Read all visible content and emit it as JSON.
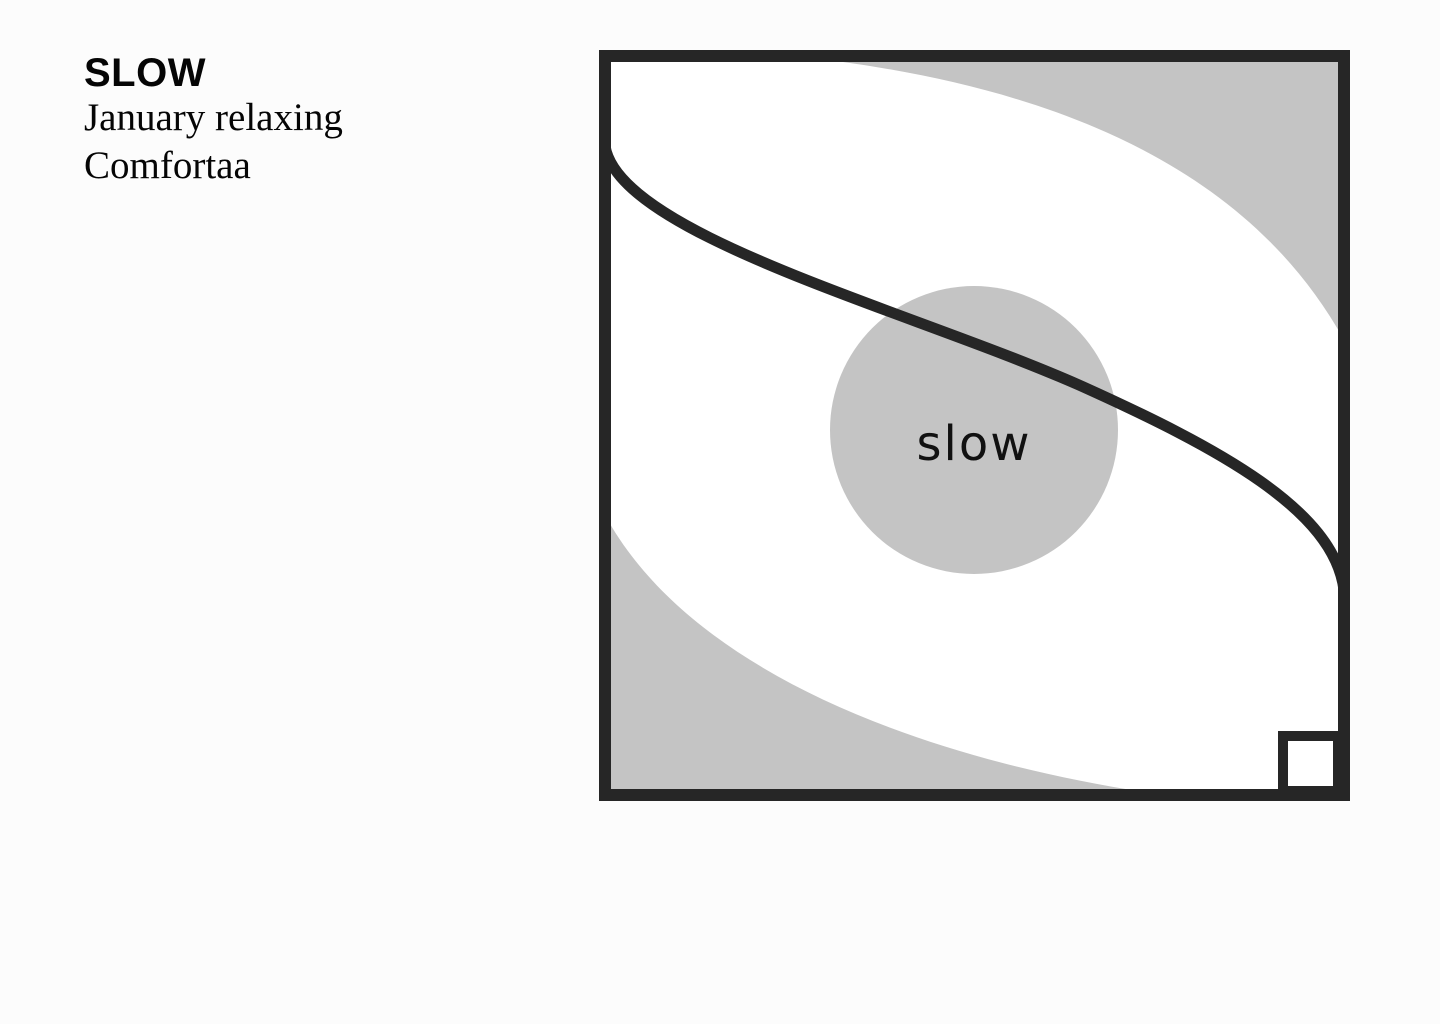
{
  "header": {
    "title": "SLOW",
    "line1": "January relaxing",
    "line2": "Comfortaa"
  },
  "artwork": {
    "center_text": "slow",
    "colors": {
      "frame": "#262626",
      "fill_grey": "#c4c4c4",
      "background": "#ffffff"
    }
  }
}
